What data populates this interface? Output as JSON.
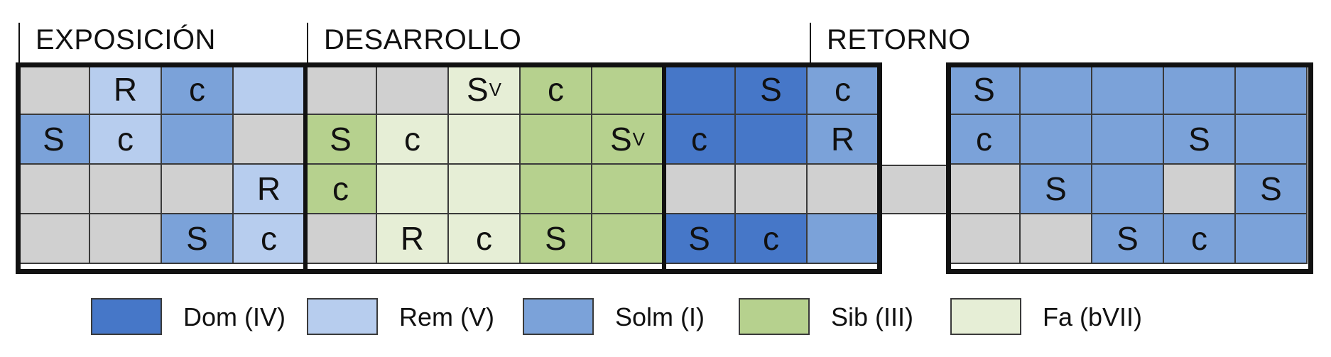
{
  "sections": [
    "EXPOSICIÓN",
    "DESARROLLO",
    "RETORNO"
  ],
  "colors": {
    "Dom": "#4677c8",
    "Rem": "#b7cdee",
    "Solm": "#7ba2d9",
    "Sib": "#b6d18e",
    "Fa": "#e6eed6",
    "empty": "#d0d0d0"
  },
  "legend": [
    {
      "key": "Dom",
      "label": "Dom (IV)"
    },
    {
      "key": "Rem",
      "label": "Rem (V)"
    },
    {
      "key": "Solm",
      "label": "Solm (I)"
    },
    {
      "key": "Sib",
      "label": "Sib (III)"
    },
    {
      "key": "Fa",
      "label": "Fa (bVII)"
    }
  ],
  "grid_left": {
    "rows": [
      [
        [
          "empty",
          ""
        ],
        [
          "Rem",
          "R"
        ],
        [
          "Solm",
          "c"
        ],
        [
          "Rem",
          ""
        ],
        [
          "empty",
          ""
        ],
        [
          "empty",
          ""
        ],
        [
          "Fa",
          "Sv"
        ],
        [
          "Sib",
          "c"
        ],
        [
          "Sib",
          ""
        ],
        [
          "Dom",
          ""
        ],
        [
          "Dom",
          "S"
        ],
        [
          "Solm",
          "c"
        ]
      ],
      [
        [
          "Solm",
          "S"
        ],
        [
          "Rem",
          "c"
        ],
        [
          "Solm",
          ""
        ],
        [
          "empty",
          ""
        ],
        [
          "Sib",
          "S"
        ],
        [
          "Fa",
          "c"
        ],
        [
          "Fa",
          ""
        ],
        [
          "Sib",
          ""
        ],
        [
          "Sib",
          "Sv"
        ],
        [
          "Dom",
          "c"
        ],
        [
          "Dom",
          ""
        ],
        [
          "Solm",
          "R"
        ]
      ],
      [
        [
          "empty",
          ""
        ],
        [
          "empty",
          ""
        ],
        [
          "empty",
          ""
        ],
        [
          "Rem",
          "R"
        ],
        [
          "Sib",
          "c"
        ],
        [
          "Fa",
          ""
        ],
        [
          "Fa",
          ""
        ],
        [
          "Sib",
          ""
        ],
        [
          "Sib",
          ""
        ],
        [
          "empty",
          ""
        ],
        [
          "empty",
          ""
        ],
        [
          "empty",
          ""
        ]
      ],
      [
        [
          "empty",
          ""
        ],
        [
          "empty",
          ""
        ],
        [
          "Solm",
          "S"
        ],
        [
          "Rem",
          "c"
        ],
        [
          "empty",
          ""
        ],
        [
          "Fa",
          "R"
        ],
        [
          "Fa",
          "c"
        ],
        [
          "Sib",
          "S"
        ],
        [
          "Sib",
          ""
        ],
        [
          "Dom",
          "S"
        ],
        [
          "Dom",
          "c"
        ],
        [
          "Solm",
          ""
        ]
      ]
    ]
  },
  "grid_right": {
    "rows": [
      [
        [
          "Solm",
          "S"
        ],
        [
          "Solm",
          ""
        ],
        [
          "Solm",
          ""
        ],
        [
          "Solm",
          ""
        ],
        [
          "Solm",
          ""
        ]
      ],
      [
        [
          "Solm",
          "c"
        ],
        [
          "Solm",
          ""
        ],
        [
          "Solm",
          ""
        ],
        [
          "Solm",
          "S"
        ],
        [
          "Solm",
          ""
        ]
      ],
      [
        [
          "empty",
          ""
        ],
        [
          "Solm",
          "S"
        ],
        [
          "Solm",
          ""
        ],
        [
          "empty",
          ""
        ],
        [
          "Solm",
          "S"
        ]
      ],
      [
        [
          "empty",
          ""
        ],
        [
          "empty",
          ""
        ],
        [
          "Solm",
          "S"
        ],
        [
          "Solm",
          "c"
        ],
        [
          "Solm",
          ""
        ]
      ]
    ]
  }
}
